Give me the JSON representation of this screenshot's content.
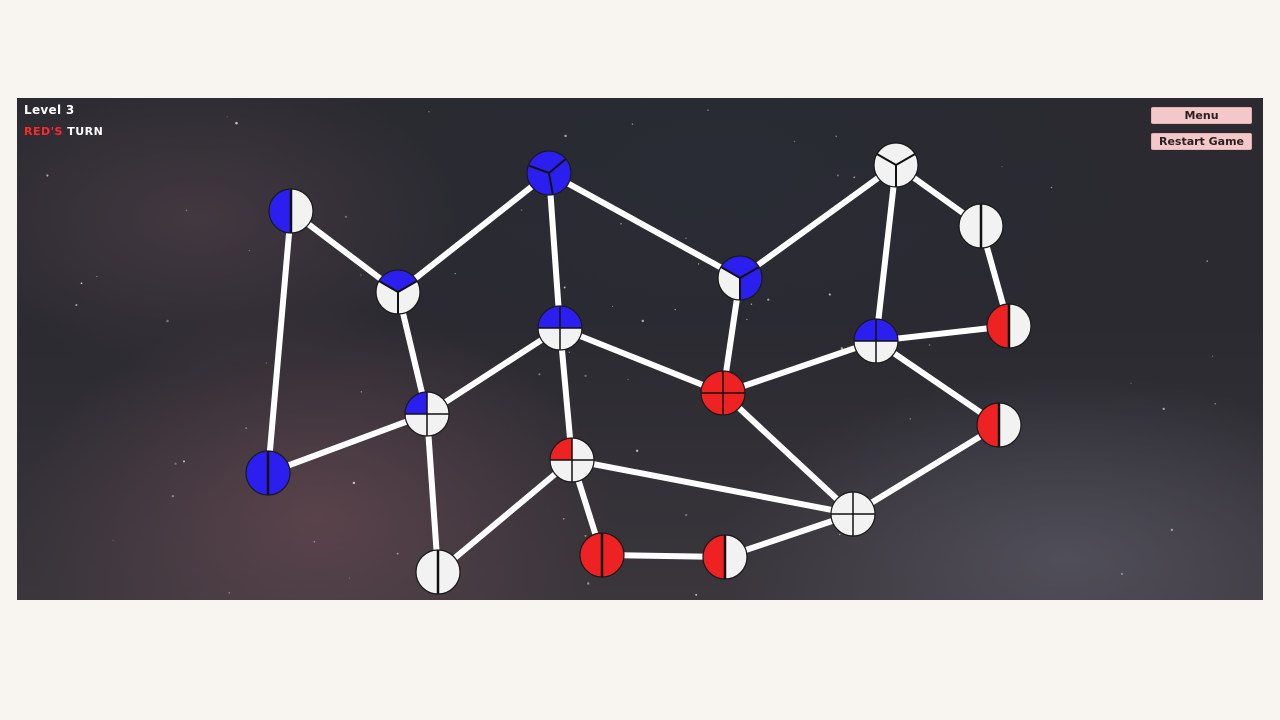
{
  "hud": {
    "level": "Level 3",
    "turn_player": "RED'S",
    "turn_suffix": "TURN"
  },
  "buttons": {
    "menu": "Menu",
    "restart": "Restart Game"
  },
  "colors": {
    "red": "#ee2222",
    "blue": "#2b1ff0",
    "empty": "#f2f2f2",
    "edge": "#ffffff",
    "divider": "#111111"
  },
  "graph": {
    "nodes": [
      {
        "id": "n0",
        "capacity": 2,
        "owner": "blue",
        "filled": 1
      },
      {
        "id": "n1",
        "capacity": 2,
        "owner": "blue",
        "filled": 2
      },
      {
        "id": "n2",
        "capacity": 3,
        "owner": "blue",
        "filled": 1
      },
      {
        "id": "n3",
        "capacity": 4,
        "owner": "blue",
        "filled": 1
      },
      {
        "id": "n4",
        "capacity": 3,
        "owner": "blue",
        "filled": 3
      },
      {
        "id": "n5",
        "capacity": 2,
        "owner": "none",
        "filled": 0
      },
      {
        "id": "n6",
        "capacity": 4,
        "owner": "blue",
        "filled": 2
      },
      {
        "id": "n7",
        "capacity": 4,
        "owner": "red",
        "filled": 1
      },
      {
        "id": "n8",
        "capacity": 2,
        "owner": "red",
        "filled": 2
      },
      {
        "id": "n9",
        "capacity": 3,
        "owner": "blue",
        "filled": 2
      },
      {
        "id": "n10",
        "capacity": 4,
        "owner": "red",
        "filled": 4
      },
      {
        "id": "n11",
        "capacity": 2,
        "owner": "red",
        "filled": 1
      },
      {
        "id": "n12",
        "capacity": 3,
        "owner": "none",
        "filled": 0
      },
      {
        "id": "n13",
        "capacity": 2,
        "owner": "none",
        "filled": 0
      },
      {
        "id": "n14",
        "capacity": 4,
        "owner": "blue",
        "filled": 2
      },
      {
        "id": "n15",
        "capacity": 2,
        "owner": "red",
        "filled": 1
      },
      {
        "id": "n16",
        "capacity": 2,
        "owner": "red",
        "filled": 1
      },
      {
        "id": "n17",
        "capacity": 4,
        "owner": "none",
        "filled": 0
      }
    ],
    "edges": [
      [
        "n0",
        "n2"
      ],
      [
        "n0",
        "n1"
      ],
      [
        "n1",
        "n3"
      ],
      [
        "n2",
        "n4"
      ],
      [
        "n2",
        "n3"
      ],
      [
        "n3",
        "n6"
      ],
      [
        "n3",
        "n5"
      ],
      [
        "n4",
        "n6"
      ],
      [
        "n4",
        "n9"
      ],
      [
        "n5",
        "n7"
      ],
      [
        "n6",
        "n7"
      ],
      [
        "n6",
        "n10"
      ],
      [
        "n7",
        "n8"
      ],
      [
        "n7",
        "n17"
      ],
      [
        "n8",
        "n11"
      ],
      [
        "n11",
        "n17"
      ],
      [
        "n9",
        "n10"
      ],
      [
        "n9",
        "n12"
      ],
      [
        "n10",
        "n14"
      ],
      [
        "n10",
        "n17"
      ],
      [
        "n12",
        "n13"
      ],
      [
        "n12",
        "n14"
      ],
      [
        "n13",
        "n15"
      ],
      [
        "n14",
        "n15"
      ],
      [
        "n14",
        "n16"
      ],
      [
        "n16",
        "n17"
      ]
    ]
  }
}
